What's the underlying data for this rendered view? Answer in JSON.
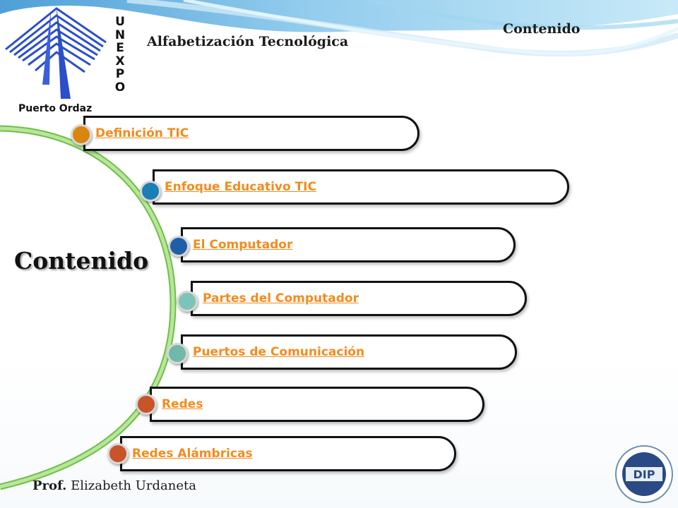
{
  "header": {
    "title": "Contenido",
    "subject": "Alfabetización Tecnológica"
  },
  "logo": {
    "letters": [
      "U",
      "N",
      "E",
      "X",
      "P",
      "O"
    ],
    "city": "Puerto Ordaz"
  },
  "main": {
    "title": "Contenido",
    "items": [
      {
        "label": "Definición TIC",
        "dot_color": "#d9850f"
      },
      {
        "label": "Enfoque Educativo TIC",
        "dot_color": "#1a7fb5"
      },
      {
        "label": "El Computador",
        "dot_color": "#1f5fa8"
      },
      {
        "label": "Partes del Computador",
        "dot_color": "#7cc4b8"
      },
      {
        "label": "Puertos de Comunicación",
        "dot_color": "#6fb9a8"
      },
      {
        "label": "Redes",
        "dot_color": "#c8542a"
      },
      {
        "label": "Redes Alámbricas",
        "dot_color": "#c8542a"
      }
    ]
  },
  "footer": {
    "author_prefix": "Prof.",
    "author_name": " Elizabeth Urdaneta"
  },
  "colors": {
    "link": "#f28c1e",
    "arc": "#8fd46a",
    "logo_blue": "#2a4fc9"
  },
  "icons": {
    "unexpo_logo": "unexpo-logo-icon",
    "dip_logo": "dip-logo-icon"
  }
}
